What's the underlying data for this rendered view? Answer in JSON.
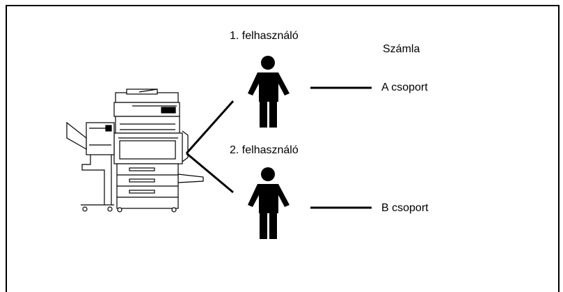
{
  "user1_label": "1. felhasználó",
  "user2_label": "2. felhasználó",
  "account_header": "Számla",
  "group_a_label": "A csoport",
  "group_b_label": "B csoport",
  "line_color": "#000000",
  "icons": [
    "copier-machine-icon",
    "person-icon",
    "person-icon"
  ]
}
